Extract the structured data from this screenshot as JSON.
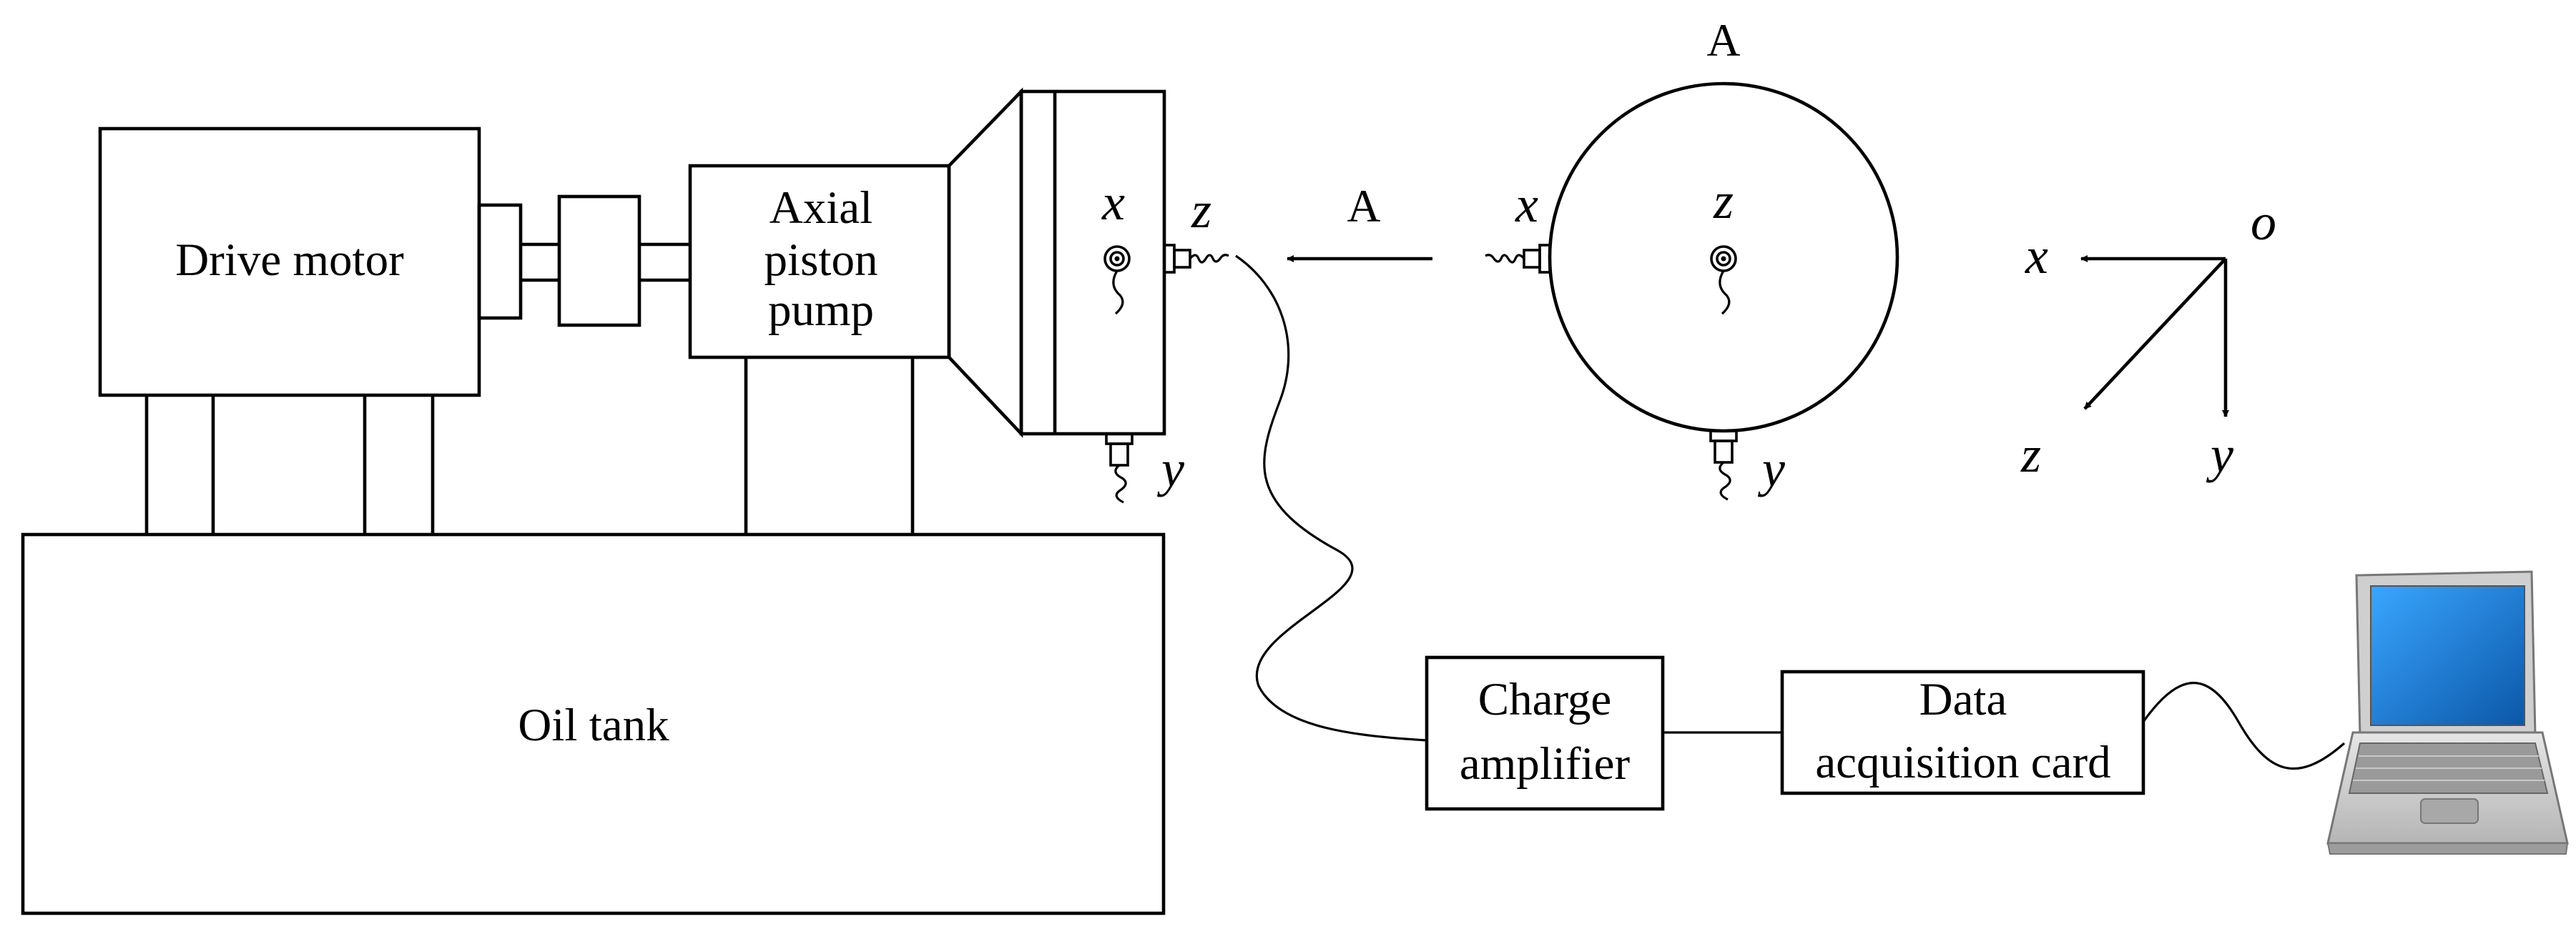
{
  "labels": {
    "drive_motor": "Drive motor",
    "pump_line1": "Axial",
    "pump_line2": "piston",
    "pump_line3": "pump",
    "oil_tank": "Oil tank",
    "charge_line1": "Charge",
    "charge_line2": "amplifier",
    "daq_line1": "Data",
    "daq_line2": "acquisition card",
    "view_arrow": "A",
    "view_title": "A"
  },
  "pump_axes": {
    "x": "x",
    "y": "y",
    "z": "z"
  },
  "view_axes": {
    "x": "x",
    "y": "y",
    "z": "z"
  },
  "frame": {
    "origin": "o",
    "x": "x",
    "y": "y",
    "z": "z"
  },
  "colors": {
    "line": "#000000",
    "laptop_screen": "#1a78d0",
    "laptop_body": "#d4d4d4",
    "laptop_keys": "#8a8a8a"
  }
}
